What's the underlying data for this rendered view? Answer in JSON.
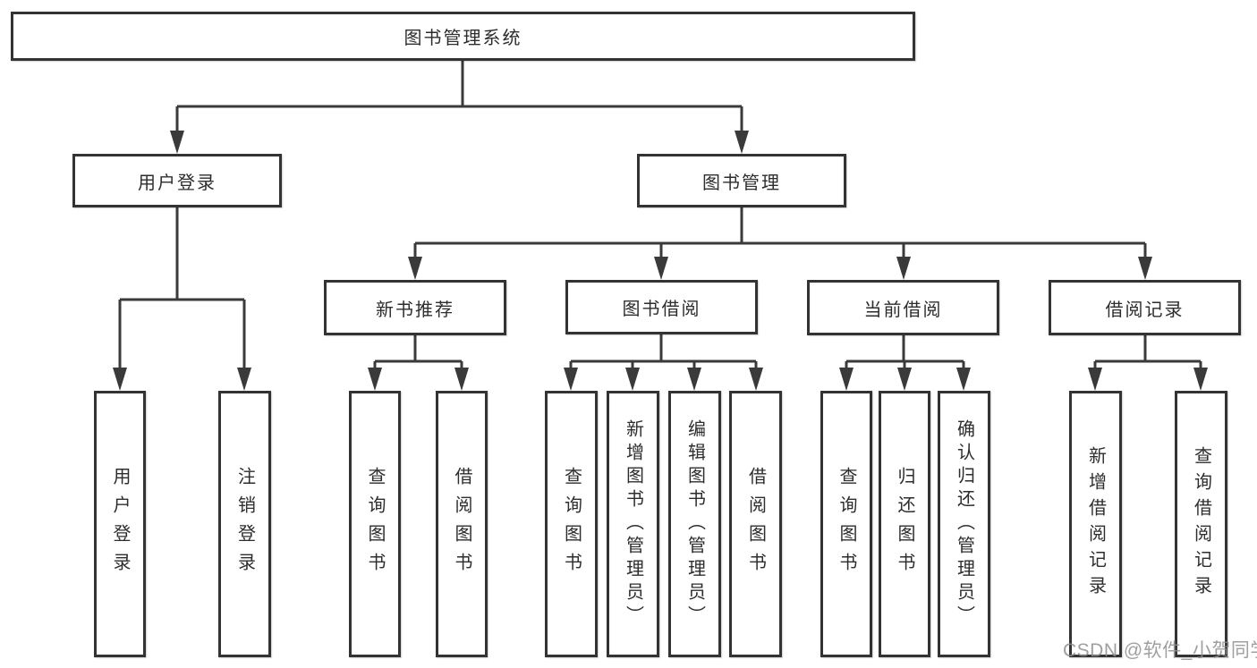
{
  "diagram": {
    "type": "tree",
    "root": {
      "label": "图书管理系统"
    },
    "level2": [
      {
        "label": "用户登录"
      },
      {
        "label": "图书管理"
      }
    ],
    "level3": [
      {
        "label": "新书推荐",
        "parent": "图书管理"
      },
      {
        "label": "图书借阅",
        "parent": "图书管理"
      },
      {
        "label": "当前借阅",
        "parent": "图书管理"
      },
      {
        "label": "借阅记录",
        "parent": "图书管理"
      }
    ],
    "leaves": [
      {
        "label": "用户登录",
        "parent": "用户登录"
      },
      {
        "label": "注销登录",
        "parent": "用户登录"
      },
      {
        "label": "查询图书",
        "parent": "新书推荐"
      },
      {
        "label": "借阅图书",
        "parent": "新书推荐"
      },
      {
        "label": "查询图书",
        "parent": "图书借阅"
      },
      {
        "label": "新增图书（管理员）",
        "parent": "图书借阅"
      },
      {
        "label": "编辑图书（管理员）",
        "parent": "图书借阅"
      },
      {
        "label": "借阅图书",
        "parent": "图书借阅"
      },
      {
        "label": "查询图书",
        "parent": "当前借阅"
      },
      {
        "label": "归还图书",
        "parent": "当前借阅"
      },
      {
        "label": "确认归还（管理员）",
        "parent": "当前借阅"
      },
      {
        "label": "新增借阅记录",
        "parent": "借阅记录"
      },
      {
        "label": "查询借阅记录",
        "parent": "借阅记录"
      }
    ],
    "watermark": "CSDN @软件_小贺同学",
    "colors": {
      "line": "#3a3a3a",
      "box_border": "#333333",
      "box_fill": "#ffffff",
      "text": "#2d2d2d",
      "watermark": "#8f8f8f"
    }
  }
}
